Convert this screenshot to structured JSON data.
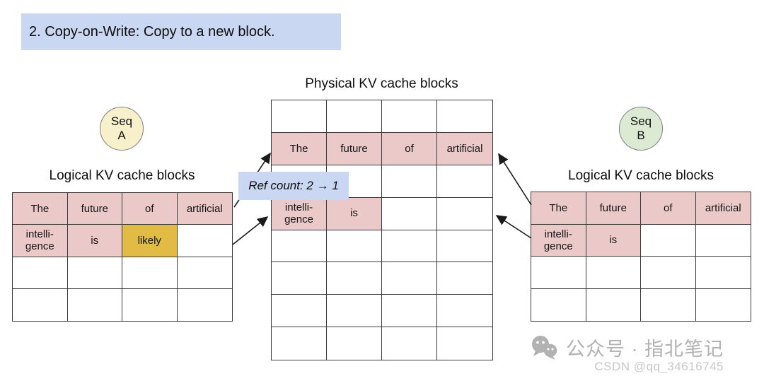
{
  "colors": {
    "pink": "#ecc9c9",
    "gold": "#e2bb45",
    "blue_label": "#c9d7f3",
    "seq_a": "#f8f0ca",
    "seq_b": "#dcead4"
  },
  "banner": {
    "text": "2. Copy-on-Write: Copy to a new block."
  },
  "physical": {
    "label": "Physical KV cache blocks"
  },
  "seq_a": {
    "badge": "Seq\nA",
    "label": "Logical KV cache blocks"
  },
  "seq_b": {
    "badge": "Seq\nB",
    "label": "Logical KV cache blocks"
  },
  "ref_count": {
    "text": "Ref count: 2 → 1"
  },
  "watermark": {
    "wechat": "公众号 · 指北笔记",
    "csdn": "CSDN @qq_34616745"
  },
  "tables": {
    "physical": {
      "rows": 8,
      "cols": 4,
      "cells": [
        {
          "r": 1,
          "c": 0,
          "text": "The",
          "fill": "pink"
        },
        {
          "r": 1,
          "c": 1,
          "text": "future",
          "fill": "pink"
        },
        {
          "r": 1,
          "c": 2,
          "text": "of",
          "fill": "pink"
        },
        {
          "r": 1,
          "c": 3,
          "text": "artificial",
          "fill": "pink"
        },
        {
          "r": 3,
          "c": 0,
          "text": "intelli-\ngence",
          "fill": "pink"
        },
        {
          "r": 3,
          "c": 1,
          "text": "is",
          "fill": "pink"
        }
      ]
    },
    "logical_a": {
      "rows": 4,
      "cols": 4,
      "cells": [
        {
          "r": 0,
          "c": 0,
          "text": "The",
          "fill": "pink"
        },
        {
          "r": 0,
          "c": 1,
          "text": "future",
          "fill": "pink"
        },
        {
          "r": 0,
          "c": 2,
          "text": "of",
          "fill": "pink"
        },
        {
          "r": 0,
          "c": 3,
          "text": "artificial",
          "fill": "pink"
        },
        {
          "r": 1,
          "c": 0,
          "text": "intelli-\ngence",
          "fill": "pink"
        },
        {
          "r": 1,
          "c": 1,
          "text": "is",
          "fill": "pink"
        },
        {
          "r": 1,
          "c": 2,
          "text": "likely",
          "fill": "gold"
        }
      ]
    },
    "logical_b": {
      "rows": 4,
      "cols": 4,
      "cells": [
        {
          "r": 0,
          "c": 0,
          "text": "The",
          "fill": "pink"
        },
        {
          "r": 0,
          "c": 1,
          "text": "future",
          "fill": "pink"
        },
        {
          "r": 0,
          "c": 2,
          "text": "of",
          "fill": "pink"
        },
        {
          "r": 0,
          "c": 3,
          "text": "artificial",
          "fill": "pink"
        },
        {
          "r": 1,
          "c": 0,
          "text": "intelli-\ngence",
          "fill": "pink"
        },
        {
          "r": 1,
          "c": 1,
          "text": "is",
          "fill": "pink"
        }
      ]
    }
  }
}
